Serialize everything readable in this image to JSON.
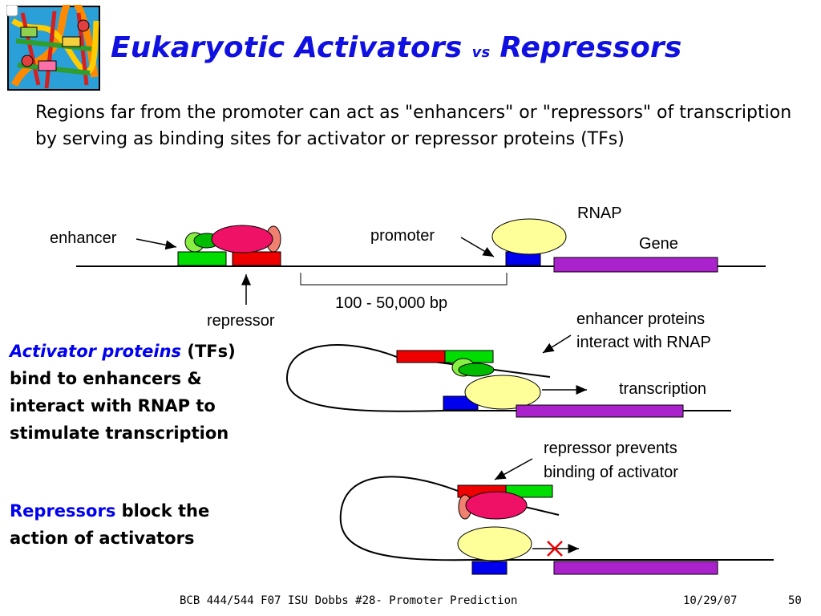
{
  "title": {
    "part1": "Eukaryotic Activators",
    "vs": "vs",
    "part2": "Repressors"
  },
  "intro": "Regions far from the promoter can act as \"enhancers\" or \"repressors\" of transcription by serving as binding sites for activator or repressor proteins (TFs)",
  "diagram": {
    "rnap": "RNAP",
    "gene": "Gene",
    "enhancer": "enhancer",
    "promoter": "promoter",
    "repressor": "repressor",
    "distance": "100 - 50,000 bp",
    "enhancer_proteins": [
      "enhancer proteins",
      "interact with RNAP"
    ],
    "transcription": "transcription",
    "repressor_prevents": [
      "repressor prevents",
      "binding of activator"
    ]
  },
  "side": {
    "activator_term": "Activator proteins",
    "activator_tfs": "(TFs)",
    "activator_rest": [
      "bind to enhancers &",
      "interact with RNAP to",
      "stimulate transcription"
    ],
    "repressor_term": "Repressors",
    "repressor_rest_1": "block the",
    "repressor_rest_2": "action of activators"
  },
  "footer": {
    "course": "BCB 444/544 F07 ISU Dobbs #28- Promoter Prediction",
    "date": "10/29/07",
    "page": "50"
  },
  "colors": {
    "title": "#1010e0",
    "enhancer_green": "#00dd00",
    "repressor_red": "#ee0000",
    "activator_pink": "#ee1166",
    "rnap_yellow": "#ffff99",
    "promoter_blue": "#0000ee",
    "gene_purple": "#aa22cc",
    "salmon": "#f08070"
  }
}
